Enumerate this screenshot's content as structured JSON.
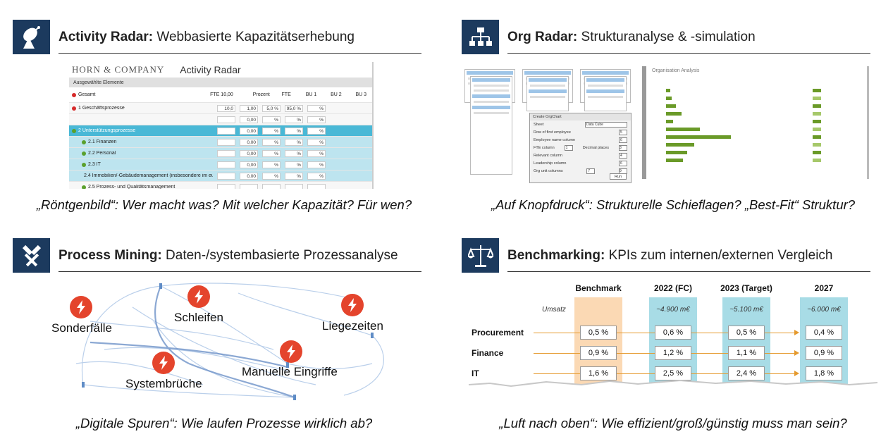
{
  "quadrants": {
    "activity_radar": {
      "title_bold": "Activity Radar:",
      "title_rest": " Webbasierte Kapazitätserhebung",
      "caption": "„Röntgenbild“: Wer macht was? Mit welcher Kapazität? Für wen?",
      "screenshot": {
        "logo": "HORN & COMPANY",
        "app_title": "Activity Radar",
        "section": "Ausgewählte Elemente",
        "header_row": {
          "label": "Gesamt",
          "fte": "FTE 10,00",
          "cols": [
            "Prozent",
            "FTE",
            "BU 1",
            "BU 2",
            "BU 3"
          ]
        },
        "rows": [
          {
            "label": "1 Geschäftsprozesse",
            "prozent": "10,0",
            "fte": "1,00",
            "bu1": "5,0 %",
            "bu2": "95,0 %",
            "bu3": "%"
          },
          {
            "label": "",
            "prozent": "",
            "fte": "0,00",
            "bu1": "%",
            "bu2": "%",
            "bu3": "%"
          },
          {
            "label": "2 Unterstützungsprozesse",
            "prozent": "",
            "fte": "0,00",
            "bu1": "%",
            "bu2": "%",
            "bu3": "%"
          },
          {
            "label": "2.1 Finanzen",
            "prozent": "",
            "fte": "0,00",
            "bu1": "%",
            "bu2": "%",
            "bu3": "%"
          },
          {
            "label": "2.2 Personal",
            "prozent": "",
            "fte": "0,00",
            "bu1": "%",
            "bu2": "%",
            "bu3": "%"
          },
          {
            "label": "2.3 IT",
            "prozent": "",
            "fte": "0,00",
            "bu1": "%",
            "bu2": "%",
            "bu3": "%"
          },
          {
            "label": "2.4 Immobilien/-Gebäudemanagement (insbesondere im eun",
            "prozent": "",
            "fte": "0,00",
            "bu1": "%",
            "bu2": "%",
            "bu3": "%"
          },
          {
            "label": "2.5 Prozess- und Qualitätsmanagement",
            "prozent": "",
            "fte": "",
            "bu1": "",
            "bu2": "",
            "bu3": ""
          }
        ]
      }
    },
    "org_radar": {
      "title_bold": "Org Radar:",
      "title_rest": " Strukturanalyse & -simulation",
      "caption": "„Auf Knopfdruck“: Strukturelle Schieflagen? „Best-Fit“ Struktur?",
      "dialog": {
        "title": "Create OrgChart",
        "fields": [
          "Sheet",
          "Row of first employee",
          "Employee name column",
          "FTE column",
          "Relevant column",
          "Leadership column",
          "Org unit columns"
        ],
        "values": [
          "Data Cube",
          "5",
          "6",
          "1",
          "4",
          "6",
          "7"
        ],
        "decimal_label": "Decimal places",
        "decimal_value": "3",
        "org_unit_to": "9",
        "run": "Run"
      },
      "analysis_title": "Organisation Analysis"
    },
    "process_mining": {
      "title_bold": "Process Mining:",
      "title_rest": " Daten-/systembasierte Prozessanalyse",
      "caption": "„Digitale Spuren“: Wie laufen Prozesse wirklich ab?",
      "labels": [
        "Sonderfälle",
        "Schleifen",
        "Liegezeiten",
        "Systembrüche",
        "Manuelle Eingriffe"
      ]
    },
    "benchmarking": {
      "title_bold": "Benchmarking:",
      "title_rest": " KPIs zum internen/externen Vergleich",
      "caption": "„Luft nach oben“: Wie effizient/groß/günstig muss man sein?",
      "umsatz_label": "Umsatz",
      "columns": [
        {
          "head": "Benchmark",
          "umsatz": "",
          "color": "#fbd9b4"
        },
        {
          "head": "2022 (FC)",
          "umsatz": "~4.900 m€",
          "color": "#a8dce6"
        },
        {
          "head": "2023 (Target)",
          "umsatz": "~5.100 m€",
          "color": "#a8dce6"
        },
        {
          "head": "2027",
          "umsatz": "~6.000 m€",
          "color": "#a8dce6"
        }
      ],
      "rows": [
        {
          "label": "Procurement",
          "values": [
            "0,5 %",
            "0,6 %",
            "0,5 %",
            "0,4 %"
          ]
        },
        {
          "label": "Finance",
          "values": [
            "0,9 %",
            "1,2 %",
            "1,1 %",
            "0,9 %"
          ]
        },
        {
          "label": "IT",
          "values": [
            "1,6 %",
            "2,5 %",
            "2,4 %",
            "1,8 %"
          ]
        }
      ]
    }
  },
  "icons": [
    "satellite-dish-icon",
    "org-chart-icon",
    "hammers-icon",
    "scales-icon"
  ],
  "colors": {
    "icon_bg": "#1c3a5e",
    "bolt": "#e4442c",
    "highlight": "#49b8d6",
    "benchmark_col": "#fbd9b4",
    "year_col": "#a8dce6",
    "arrow": "#e59a2e"
  }
}
